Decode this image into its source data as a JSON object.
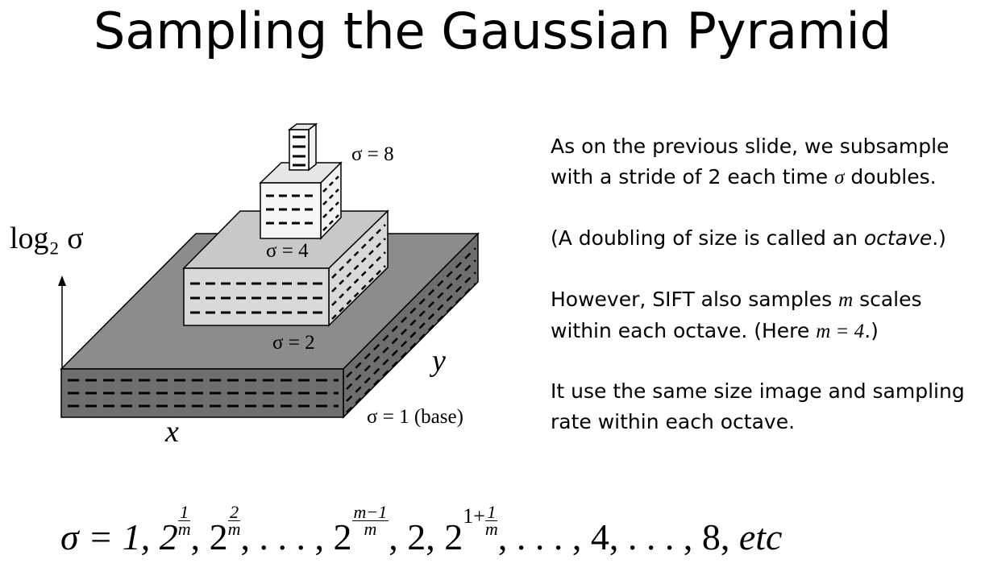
{
  "title": "Sampling the Gaussian Pyramid",
  "diagram": {
    "axis_label": "log₂ σ",
    "x_label": "x",
    "y_label": "y",
    "levels": [
      {
        "label": "σ = 1 (base)"
      },
      {
        "label": "σ = 2"
      },
      {
        "label": "σ = 4"
      },
      {
        "label": "σ = 8"
      }
    ]
  },
  "text": {
    "p1_line1": "As on the previous slide, we subsample",
    "p1_line2_a": "with a stride of 2 each time ",
    "p1_line2_sigma": "σ",
    "p1_line2_b": " doubles.",
    "p2_a": "(A doubling of size is called an ",
    "p2_em": "octave",
    "p2_b": ".)",
    "p3_line1_a": "However,  SIFT also samples ",
    "p3_line1_m": "m",
    "p3_line1_b": " scales",
    "p3_line2_a": "within each octave.  (Here  ",
    "p3_line2_math": "m = 4",
    "p3_line2_b": ".)",
    "p4_line1": "It use the same size image and sampling",
    "p4_line2": "rate within each octave."
  },
  "formula": {
    "lhs": "σ = 1, 2",
    "f1_num": "1",
    "f1_den": "m",
    "sep1": ", 2",
    "f2_num": "2",
    "f2_den": "m",
    "mid1": ", . . . , 2",
    "f3_num": "m−1",
    "f3_den": "m",
    "mid2": ", 2, 2",
    "f4_pre": "1+",
    "f4_num": "1",
    "f4_den": "m",
    "tail": ", . . . , 4, . . . , 8, ",
    "etc": "etc"
  }
}
